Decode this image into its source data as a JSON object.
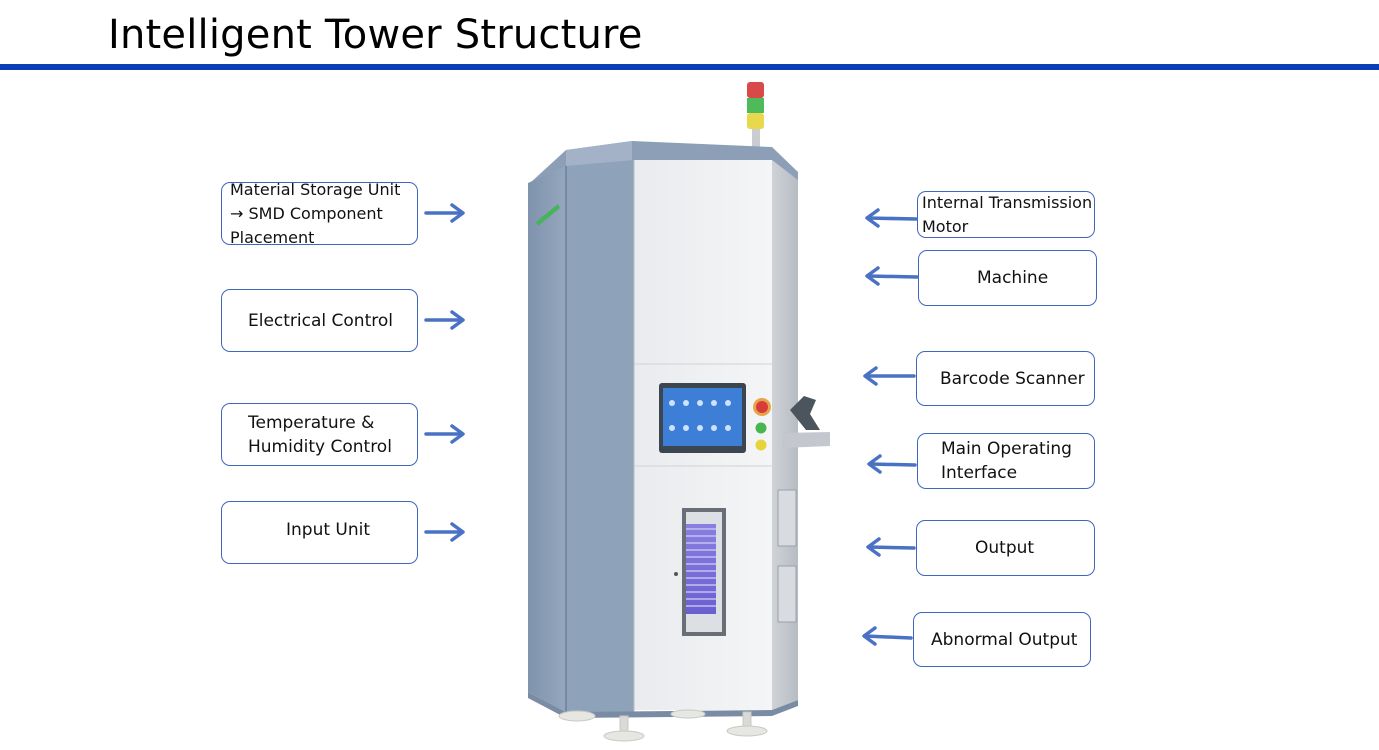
{
  "title": "Intelligent Tower Structure",
  "colors": {
    "accent": "#0a3fb5",
    "label_border": "#3f66bf",
    "arrow": "#4a72c4"
  },
  "left_labels": [
    {
      "text": "Material Storage Unit → SMD Component Placement"
    },
    {
      "text": "Electrical Control"
    },
    {
      "text": "Temperature & Humidity Control"
    },
    {
      "text": "Input Unit"
    }
  ],
  "right_labels": [
    {
      "text": "Internal Transmission Motor"
    },
    {
      "text": "Machine"
    },
    {
      "text": "Barcode Scanner"
    },
    {
      "text": "Main Operating Interface"
    },
    {
      "text": "Output"
    },
    {
      "text": "Abnormal Output"
    }
  ]
}
